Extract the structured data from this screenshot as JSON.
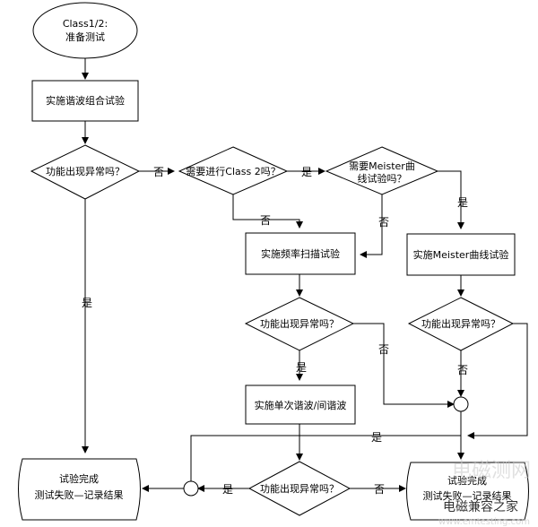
{
  "nodes": {
    "start": {
      "line1": "Class1/2:",
      "line2": "准备测试"
    },
    "harmonic_test": {
      "label": "实施谐波组合试验"
    },
    "abnormal_1": {
      "label": "功能出现异常吗？"
    },
    "need_class2": {
      "label": "需要进行Class 2吗？"
    },
    "need_meister": {
      "line1": "需要Meister曲",
      "line2": "线试验吗？"
    },
    "freq_sweep": {
      "label": "实施频率扫描试验"
    },
    "meister_test": {
      "label": "实施Meister曲线试验"
    },
    "abnormal_2": {
      "label": "功能出现异常吗？"
    },
    "abnormal_3": {
      "label": "功能出现异常吗？"
    },
    "single_harmonic": {
      "label": "实施单次谐波/间谐波"
    },
    "abnormal_4": {
      "label": "功能出现异常吗？"
    },
    "end_left": {
      "line1": "试验完成",
      "line2": "测试失败—记录结果"
    },
    "end_right": {
      "line1": "试验完成",
      "line2": "测试失败—记录结果"
    }
  },
  "edge_labels": {
    "a1_yes": "是",
    "a1_no": "否",
    "c2_yes": "是",
    "c2_no": "否",
    "m_yes": "是",
    "m_no": "否",
    "a2_yes": "是",
    "a2_no": "否",
    "a3_no": "否",
    "a3_yes": "是",
    "a4_yes": "是",
    "a4_no": "否"
  },
  "watermark": {
    "site": "电磁测网",
    "site_url": "www.emtesting.com",
    "source": "电磁兼容之家"
  }
}
